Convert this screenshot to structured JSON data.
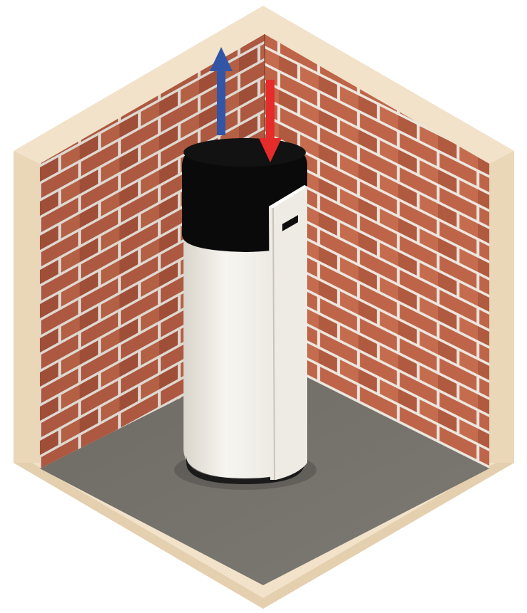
{
  "scene": {
    "subject": "heat-pump-water-heater",
    "setting": "room-corner-cutaway",
    "colors": {
      "frame": "#f1e2c9",
      "frame_edge": "#e4cfae",
      "brick": "#b85e44",
      "brick_dark": "#9c4b35",
      "mortar": "#ece6de",
      "floor": "#77736d",
      "cabinet": "#f0ede6",
      "cabinet_shade": "#cfcac0",
      "top_cover": "#0a0a0a",
      "outlet_arrow": "#3355a6",
      "inlet_arrow": "#e62b2b"
    },
    "arrows": [
      {
        "name": "air-outlet-arrow",
        "direction": "up",
        "color": "#3355a6"
      },
      {
        "name": "air-inlet-arrow",
        "direction": "down",
        "color": "#e62b2b"
      }
    ]
  }
}
